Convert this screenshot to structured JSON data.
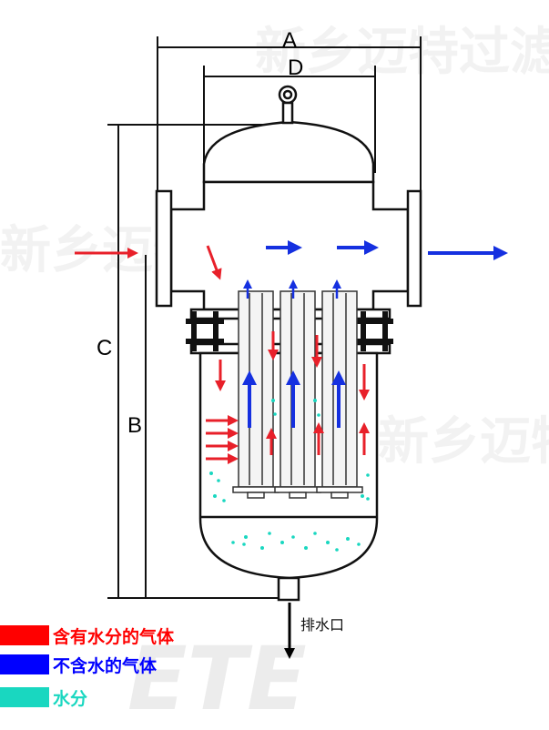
{
  "watermark": {
    "text": "新乡迈特过滤",
    "corner_text": "ETE"
  },
  "dimensions": {
    "a": "A",
    "b": "B",
    "c": "C",
    "d": "D"
  },
  "drain_label": "排水口",
  "legend": [
    {
      "label": "含有水分的气体",
      "color": "#ff0000",
      "icon": "red-swatch"
    },
    {
      "label": "不含水的气体",
      "color": "#0000ff",
      "icon": "blue-swatch"
    },
    {
      "label": "水分",
      "color": "#19d7c0",
      "icon": "cyan-swatch"
    }
  ],
  "colors": {
    "wet_gas": "#e8202a",
    "dry_gas": "#1530e0",
    "water": "#19d7c0",
    "outline": "#111111",
    "watermark": "#cccccc"
  }
}
